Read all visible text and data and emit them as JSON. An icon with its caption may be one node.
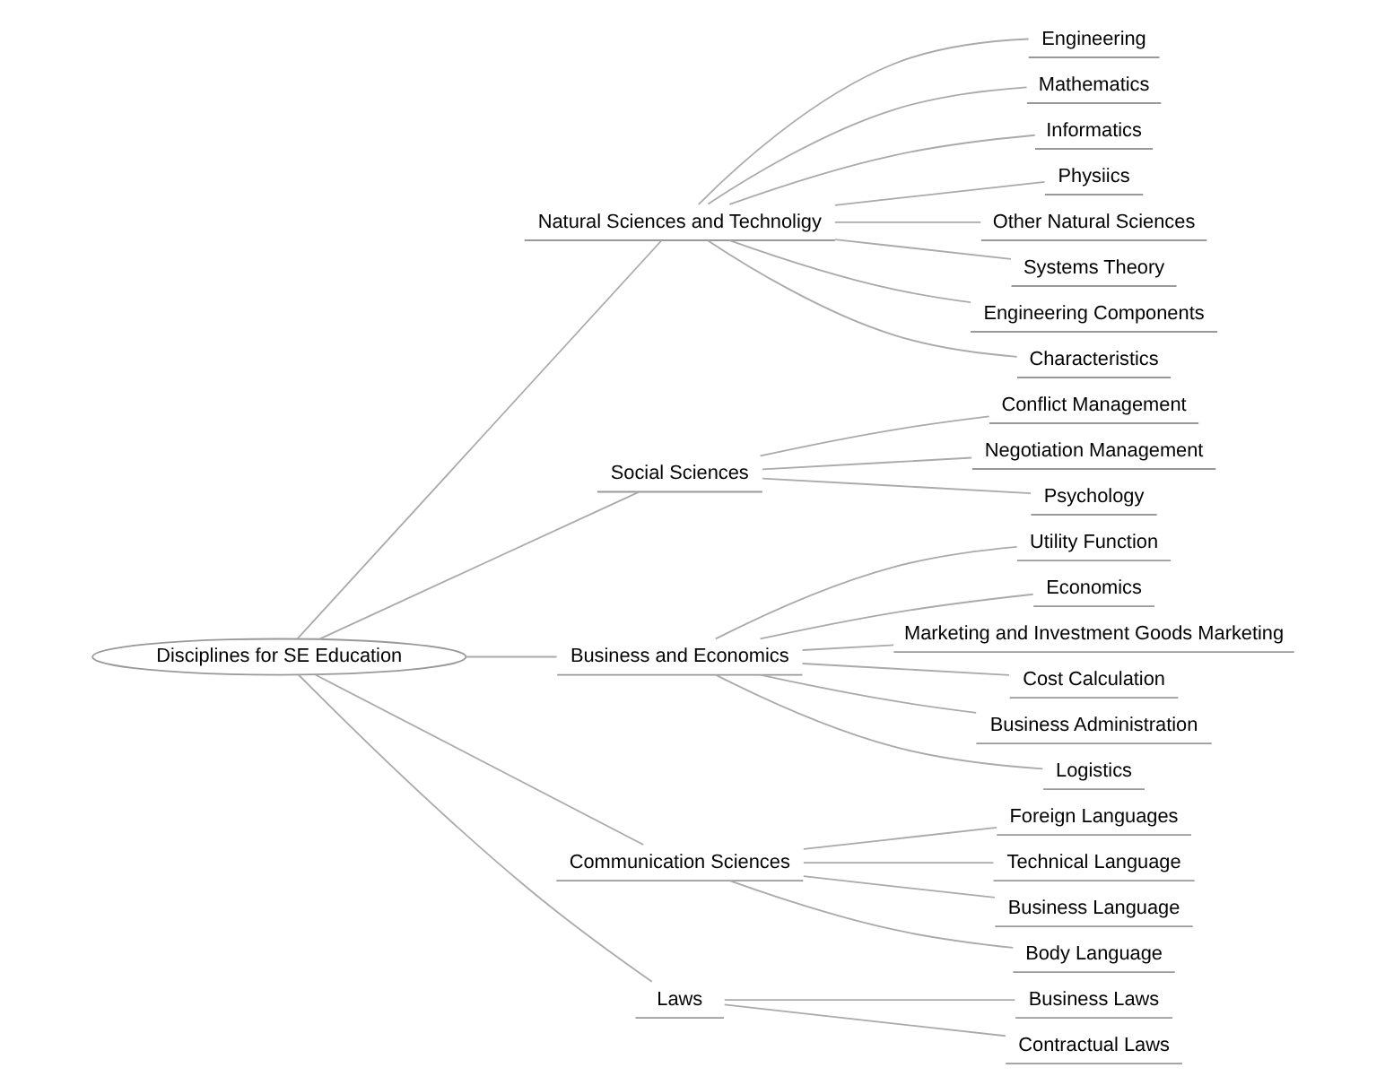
{
  "diagram": {
    "nodes": [
      {
        "text": [
          "Disciplines for SE Education"
        ]
      },
      {
        "text": [
          "Natural Sciences and Technoligy"
        ]
      },
      {
        "text": [
          "Engineering"
        ]
      },
      {
        "text": [
          "Mathematics"
        ]
      },
      {
        "text": [
          "Informatics"
        ]
      },
      {
        "text": [
          "Physiics"
        ]
      },
      {
        "text": [
          "Other Natural Sciences"
        ]
      },
      {
        "text": [
          "Systems Theory"
        ]
      },
      {
        "text": [
          "Engineering Components"
        ]
      },
      {
        "text": [
          "Characteristics"
        ]
      },
      {
        "text": [
          "Social Sciences"
        ]
      },
      {
        "text": [
          "Conflict Management"
        ]
      },
      {
        "text": [
          "Negotiation Management"
        ]
      },
      {
        "text": [
          "Psychology"
        ]
      },
      {
        "text": [
          "Business and Economics"
        ]
      },
      {
        "text": [
          "Utility Function"
        ]
      },
      {
        "text": [
          "Economics"
        ]
      },
      {
        "text": [
          "Marketing and Investment Goods Marketing"
        ]
      },
      {
        "text": [
          "Cost Calculation"
        ]
      },
      {
        "text": [
          "Business Administration"
        ]
      },
      {
        "text": [
          "Logistics"
        ]
      },
      {
        "text": [
          "Communication Sciences"
        ]
      },
      {
        "text": [
          "Foreign Languages"
        ]
      },
      {
        "text": [
          "Technical Language"
        ]
      },
      {
        "text": [
          "Business Language"
        ]
      },
      {
        "text": [
          "Body Language"
        ]
      },
      {
        "text": [
          "Laws"
        ]
      },
      {
        "text": [
          "Business Laws"
        ]
      },
      {
        "text": [
          "Contractual Laws"
        ]
      }
    ],
    "edges": [
      {
        "from": 0,
        "to": 1,
        "arrow": "none"
      },
      {
        "from": 1,
        "to": 2,
        "arrow": "none"
      },
      {
        "from": 1,
        "to": 3,
        "arrow": "none"
      },
      {
        "from": 1,
        "to": 4,
        "arrow": "none"
      },
      {
        "from": 1,
        "to": 5,
        "arrow": "none"
      },
      {
        "from": 1,
        "to": 6,
        "arrow": "none"
      },
      {
        "from": 1,
        "to": 7,
        "arrow": "none"
      },
      {
        "from": 1,
        "to": 8,
        "arrow": "none"
      },
      {
        "from": 1,
        "to": 9,
        "arrow": "none"
      },
      {
        "from": 0,
        "to": 10,
        "arrow": "none"
      },
      {
        "from": 10,
        "to": 11,
        "arrow": "none"
      },
      {
        "from": 10,
        "to": 12,
        "arrow": "none"
      },
      {
        "from": 10,
        "to": 13,
        "arrow": "none"
      },
      {
        "from": 0,
        "to": 14,
        "arrow": "none"
      },
      {
        "from": 14,
        "to": 15,
        "arrow": "none"
      },
      {
        "from": 14,
        "to": 16,
        "arrow": "none"
      },
      {
        "from": 14,
        "to": 17,
        "arrow": "none"
      },
      {
        "from": 14,
        "to": 18,
        "arrow": "none"
      },
      {
        "from": 14,
        "to": 19,
        "arrow": "none"
      },
      {
        "from": 14,
        "to": 20,
        "arrow": "none"
      },
      {
        "from": 0,
        "to": 21,
        "arrow": "none"
      },
      {
        "from": 21,
        "to": 22,
        "arrow": "none"
      },
      {
        "from": 21,
        "to": 23,
        "arrow": "none"
      },
      {
        "from": 21,
        "to": 24,
        "arrow": "none"
      },
      {
        "from": 21,
        "to": 25,
        "arrow": "none"
      },
      {
        "from": 0,
        "to": 26,
        "arrow": "none"
      },
      {
        "from": 26,
        "to": 27,
        "arrow": "none"
      },
      {
        "from": 26,
        "to": 28,
        "arrow": "none"
      }
    ]
  }
}
